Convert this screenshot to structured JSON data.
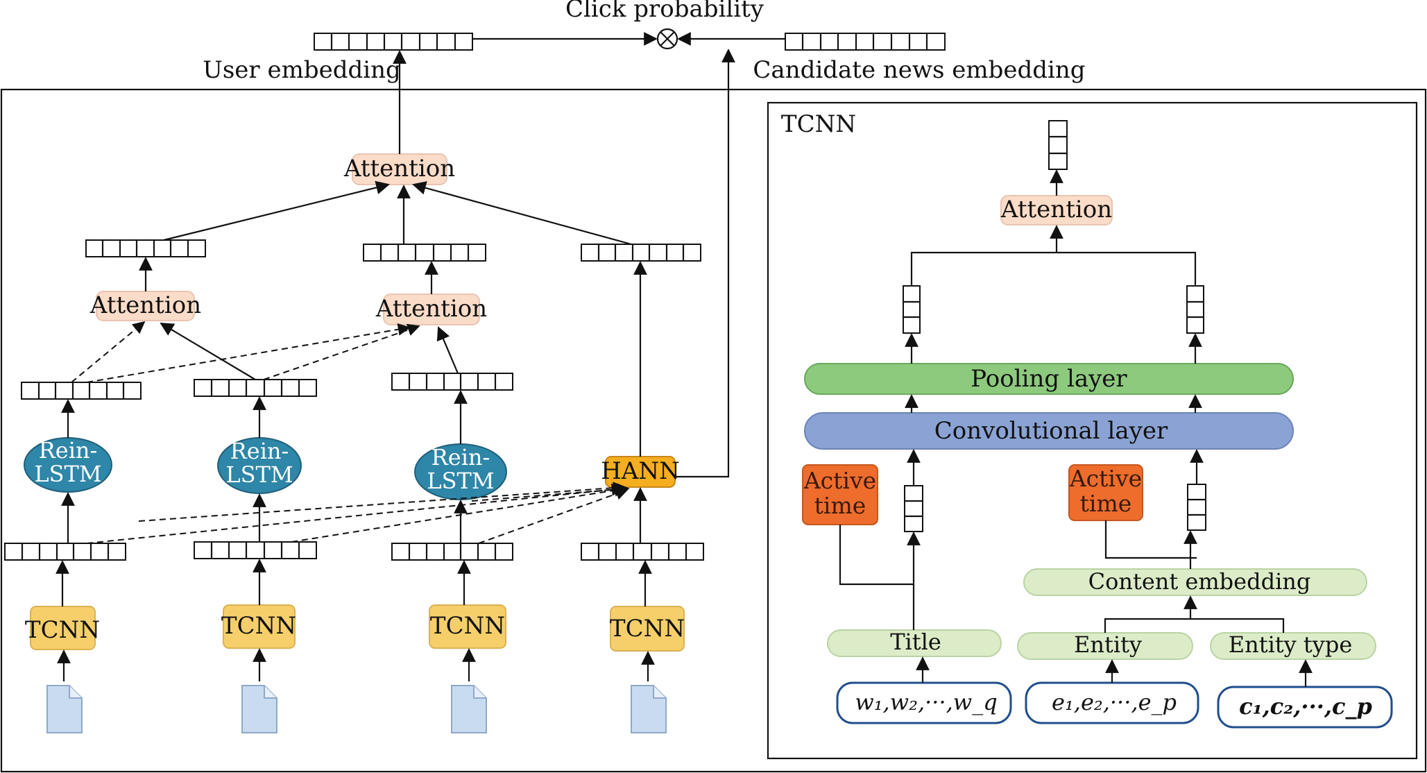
{
  "top": {
    "click_probability": "Click probability",
    "user_embedding": "User embedding",
    "candidate_news_embedding": "Candidate news embedding",
    "multiply_symbol": "⊗"
  },
  "left": {
    "attention_top": "Attention",
    "attention_1": "Attention",
    "attention_2": "Attention",
    "lstm_1": [
      "Rein-",
      "LSTM"
    ],
    "lstm_2": [
      "Rein-",
      "LSTM"
    ],
    "lstm_3": [
      "Rein-",
      "LSTM"
    ],
    "hann": "HANN",
    "tcnn_labels": [
      "TCNN",
      "TCNN",
      "TCNN",
      "TCNN"
    ]
  },
  "tcnn_panel": {
    "title": "TCNN",
    "attention": "Attention",
    "pooling_layer": "Pooling layer",
    "convolutional_layer": "Convolutional layer",
    "active_time_left": [
      "Active",
      "time"
    ],
    "active_time_right": [
      "Active",
      "time"
    ],
    "content_embedding": "Content embedding",
    "title_input": "Title",
    "entity_input": "Entity",
    "entity_type_input": "Entity type",
    "words_seq": "w₁,w₂,···,w_q",
    "entity_seq": "e₁,e₂,···,e_p",
    "type_seq": "c₁,c₂,···,c_p"
  },
  "colors": {
    "attention_fill": "#fbdcc8",
    "tcnn_fill": "#f6cf6b",
    "lstm_fill": "#2e86a8",
    "hann_fill": "#f5ae1f",
    "pooling_fill": "#8dca7e",
    "conv_fill": "#8ba3d4",
    "active_fill": "#ee6d2c",
    "input_fill": "#dcecc8",
    "seq_stroke": "#1f4f8c",
    "doc_fill": "#c9dbef"
  }
}
